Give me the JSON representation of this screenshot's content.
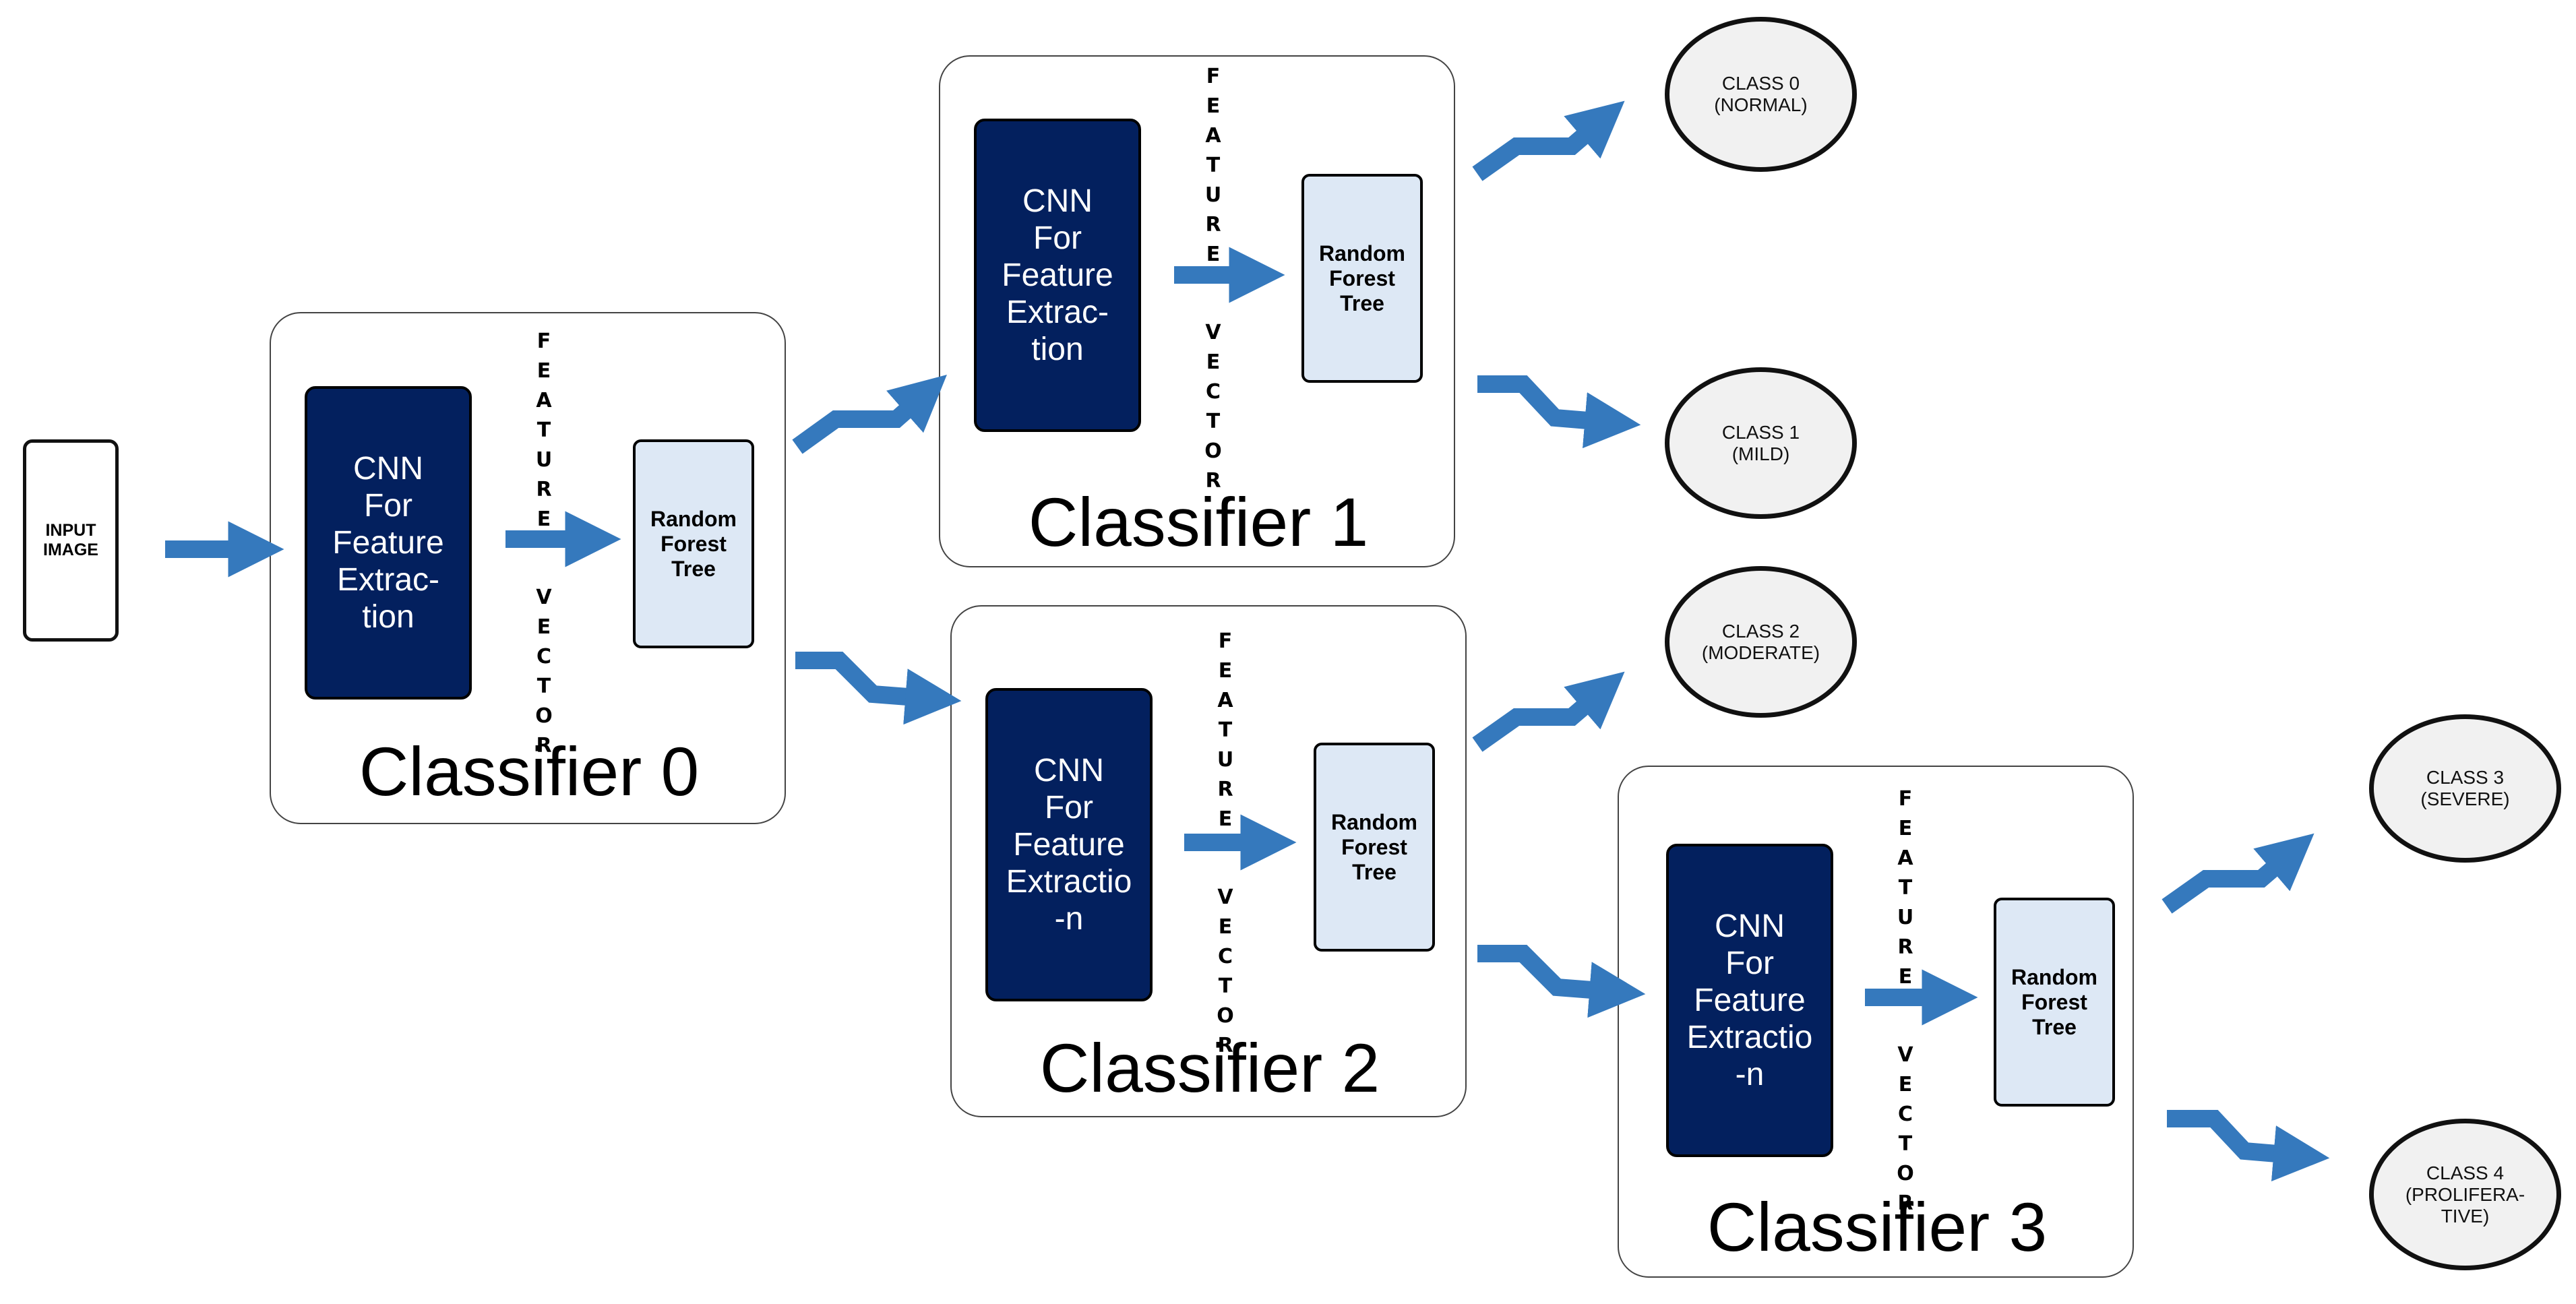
{
  "input": {
    "label": "INPUT\nIMAGE"
  },
  "feature_vector_letters": [
    "F",
    "E",
    "A",
    "T",
    "U",
    "R",
    "E",
    "",
    "V",
    "E",
    "C",
    "T",
    "O",
    "R"
  ],
  "classifiers": [
    {
      "title": "Classifier 0",
      "cnn_label": "CNN\nFor\nFeature\nExtrac-\ntion",
      "rf_label": "Random\nForest\nTree"
    },
    {
      "title": "Classifier 1",
      "cnn_label": "CNN\nFor\nFeature\nExtrac-\ntion",
      "rf_label": "Random\nForest\nTree"
    },
    {
      "title": "Classifier 2",
      "cnn_label": "CNN\nFor\nFeature\nExtractio\n-n",
      "rf_label": "Random\nForest\nTree"
    },
    {
      "title": "Classifier 3",
      "cnn_label": "CNN\nFor\nFeature\nExtractio\n-n",
      "rf_label": "Random\nForest\nTree"
    }
  ],
  "classes": [
    {
      "label": "CLASS 0\n(NORMAL)"
    },
    {
      "label": "CLASS 1\n(MILD)"
    },
    {
      "label": "CLASS 2\n(MODERATE)"
    },
    {
      "label": "CLASS 3\n(SEVERE)"
    },
    {
      "label": "CLASS 4\n(PROLIFERA-\nTIVE)"
    }
  ],
  "colors": {
    "arrow": "#3579bd",
    "cnn": "#03205e",
    "rf": "#dde8f5",
    "class_fill": "#f1f1f1"
  }
}
